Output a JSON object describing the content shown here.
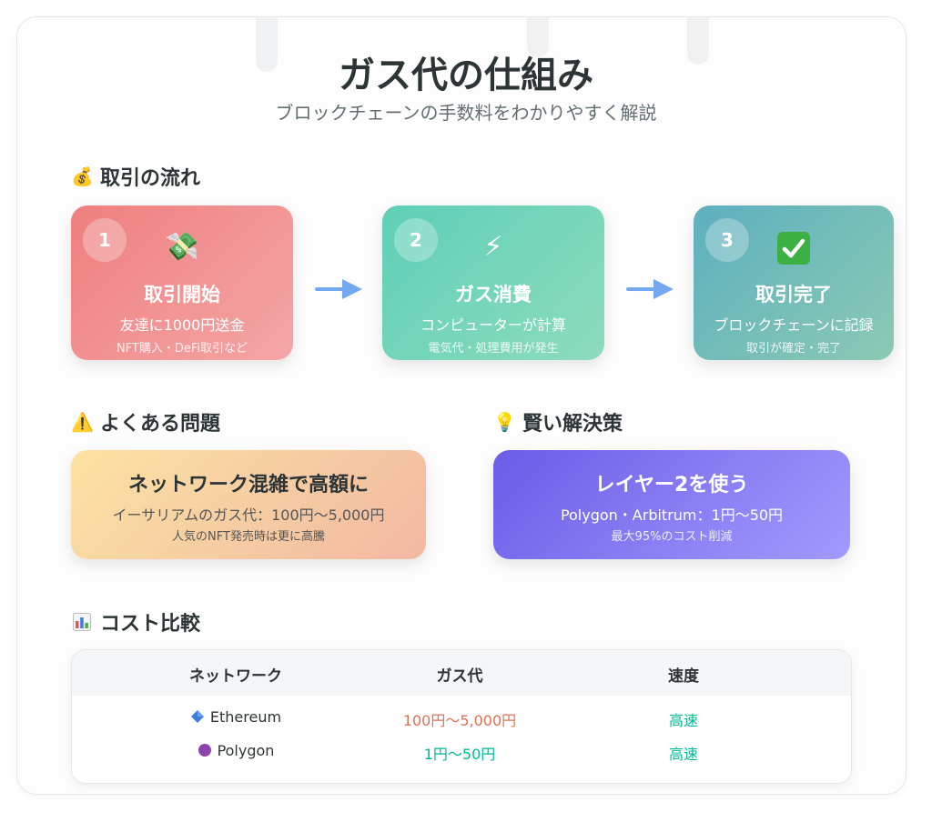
{
  "header": {
    "title": "ガス代の仕組み",
    "subtitle": "ブロックチェーンの手数料をわかりやすく解説"
  },
  "flow": {
    "section_title": "取引の流れ",
    "section_icon": "money-bag-icon",
    "steps": [
      {
        "number": "1",
        "icon": "flying-money-icon",
        "name": "取引開始",
        "description": "友達に1000円送金",
        "note": "NFT購入・DeFi取引など",
        "color": "#ef7f7f"
      },
      {
        "number": "2",
        "icon": "lightning-icon",
        "name": "ガス消費",
        "description": "コンピューターが計算",
        "note": "電気代・処理費用が発生",
        "color": "#5fcfb7"
      },
      {
        "number": "3",
        "icon": "check-mark-icon",
        "name": "取引完了",
        "description": "ブロックチェーンに記録",
        "note": "取引が確定・完了",
        "color": "#5cb0bf"
      }
    ],
    "arrow_color": "#74a9f2"
  },
  "problem": {
    "section_title": "よくある問題",
    "section_icon": "warning-icon",
    "heading": "ネットワーク混雑で高額に",
    "detail": "イーサリアムのガス代：100円〜5,000円",
    "note": "人気のNFT発売時は更に高騰"
  },
  "solution": {
    "section_title": "賢い解決策",
    "section_icon": "light-bulb-icon",
    "heading": "レイヤー2を使う",
    "detail": "Polygon・Arbitrum：1円〜50円",
    "note": "最大95%のコスト削減",
    "color": "#6c5ce7"
  },
  "comparison": {
    "section_title": "コスト比較",
    "section_icon": "bar-chart-icon",
    "headers": [
      "ネットワーク",
      "ガス代",
      "速度"
    ],
    "rows": [
      {
        "network": "Ethereum",
        "icon": "diamond-icon",
        "gas": "100円〜5,000円",
        "speed": "高速"
      },
      {
        "network": "Polygon",
        "icon": "purple-circle-icon",
        "gas": "1円〜50円",
        "speed": "高速"
      }
    ]
  }
}
